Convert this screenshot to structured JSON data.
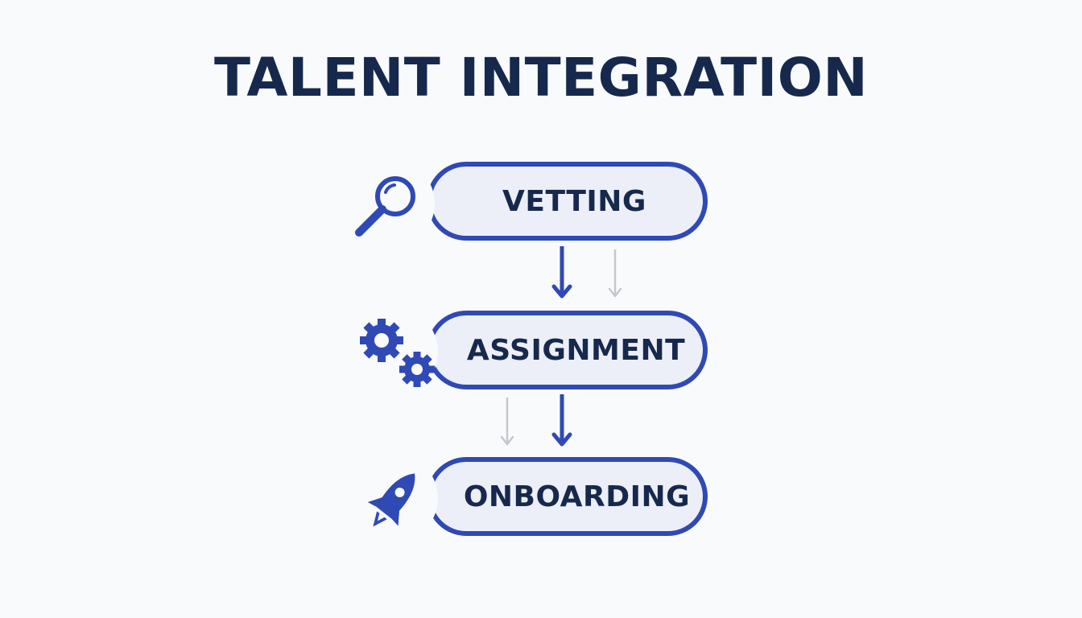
{
  "title": "TALENT INTEGRATION",
  "colors": {
    "background": "#f9fafc",
    "title": "#16294d",
    "accent": "#2f49b5",
    "pill_fill": "#eceff8",
    "secondary_arrow": "#c4c8ce"
  },
  "steps": [
    {
      "label": "VETTING",
      "icon": "magnifying-glass-icon"
    },
    {
      "label": "ASSIGNMENT",
      "icon": "gears-icon"
    },
    {
      "label": "ONBOARDING",
      "icon": "rocket-icon"
    }
  ]
}
